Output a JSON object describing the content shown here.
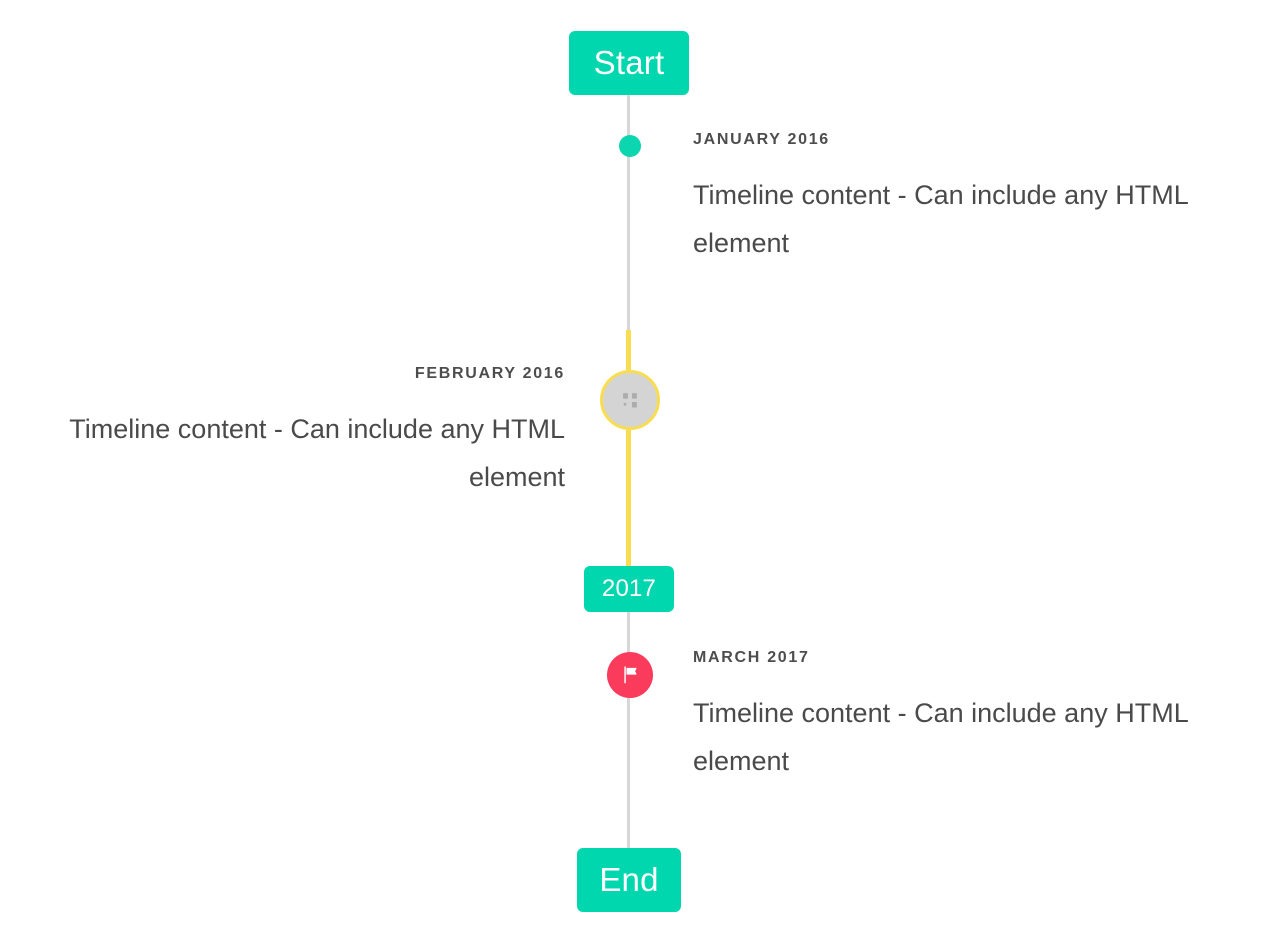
{
  "timeline": {
    "start_label": "Start",
    "middle_label": "2017",
    "end_label": "End",
    "entries": [
      {
        "date": "JANUARY 2016",
        "content": "Timeline content - Can include any HTML element",
        "side": "right",
        "marker": "dot",
        "marker_color": "#0bd6b0"
      },
      {
        "date": "FEBRUARY 2016",
        "content": "Timeline content - Can include any HTML element",
        "side": "left",
        "marker": "broken-image",
        "marker_color": "#f9dd51"
      },
      {
        "date": "MARCH 2017",
        "content": "Timeline content - Can include any HTML element",
        "side": "right",
        "marker": "flag",
        "marker_color": "#fa3b5c"
      }
    ]
  },
  "colors": {
    "accent_teal": "#00d7ae",
    "accent_yellow": "#f9dd51",
    "accent_pink": "#fa3b5c",
    "rail_gray": "#d7d7d7",
    "text": "#4a4a4a"
  }
}
